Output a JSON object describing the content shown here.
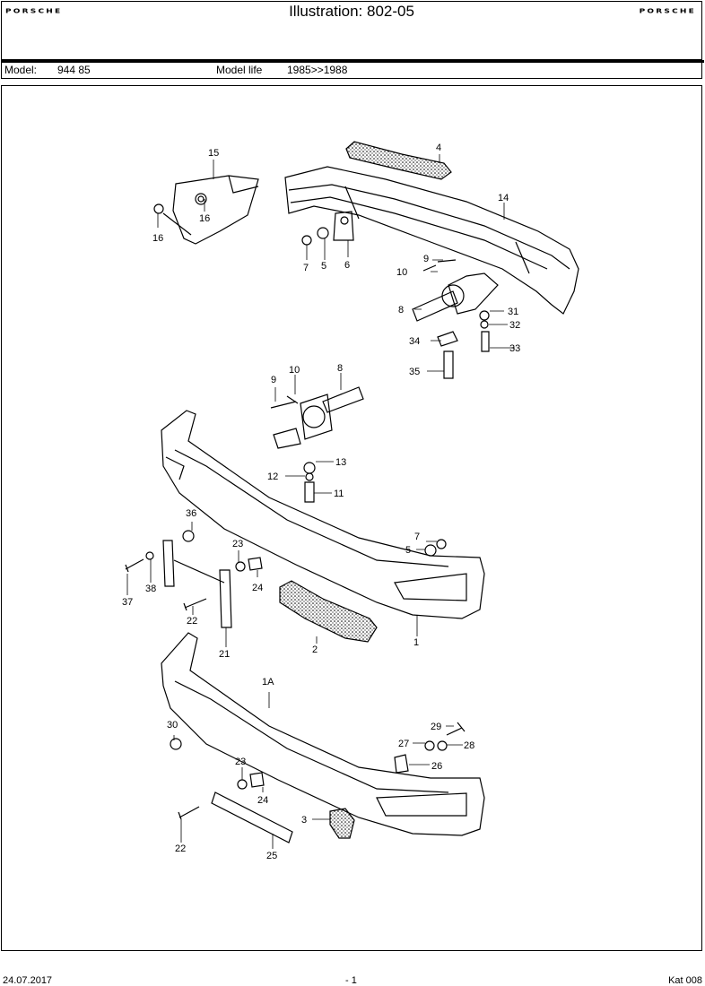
{
  "header": {
    "title": "Illustration: 802-05",
    "logo_left": "PORSCHE",
    "logo_right": "PORSCHE"
  },
  "model_bar": {
    "model_label": "Model:",
    "model_value": "944 85",
    "life_label": "Model life",
    "life_value": "1985>>1988"
  },
  "callouts": [
    "15",
    "16",
    "16",
    "4",
    "14",
    "7",
    "5",
    "6",
    "9",
    "10",
    "8",
    "31",
    "32",
    "34",
    "33",
    "35",
    "10",
    "9",
    "8",
    "13",
    "12",
    "11",
    "36",
    "23",
    "24",
    "7",
    "5",
    "37",
    "38",
    "22",
    "21",
    "2",
    "1",
    "1A",
    "30",
    "29",
    "27",
    "28",
    "26",
    "23",
    "24",
    "22",
    "25",
    "3"
  ],
  "footer": {
    "date": "24.07.2017",
    "page": "- 1",
    "catalog": "Kat 008"
  }
}
